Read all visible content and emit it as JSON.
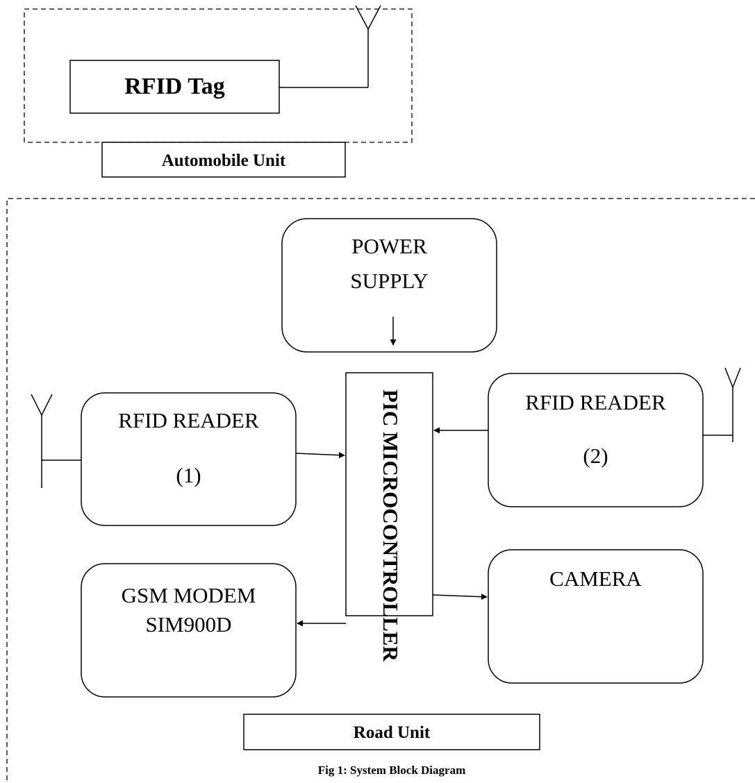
{
  "automobile_unit": {
    "tag_label": "RFID Tag",
    "unit_label": "Automobile Unit"
  },
  "road_unit": {
    "unit_label": "Road Unit",
    "power_supply": [
      "POWER",
      "SUPPLY"
    ],
    "microcontroller": "PIC MICROCONTROLLER",
    "reader_1": [
      "RFID READER",
      "(1)"
    ],
    "reader_2": [
      "RFID READER",
      "(2)"
    ],
    "gsm_modem": [
      "GSM MODEM",
      "SIM900D"
    ],
    "camera": "CAMERA"
  },
  "caption": "Fig 1: System Block Diagram"
}
